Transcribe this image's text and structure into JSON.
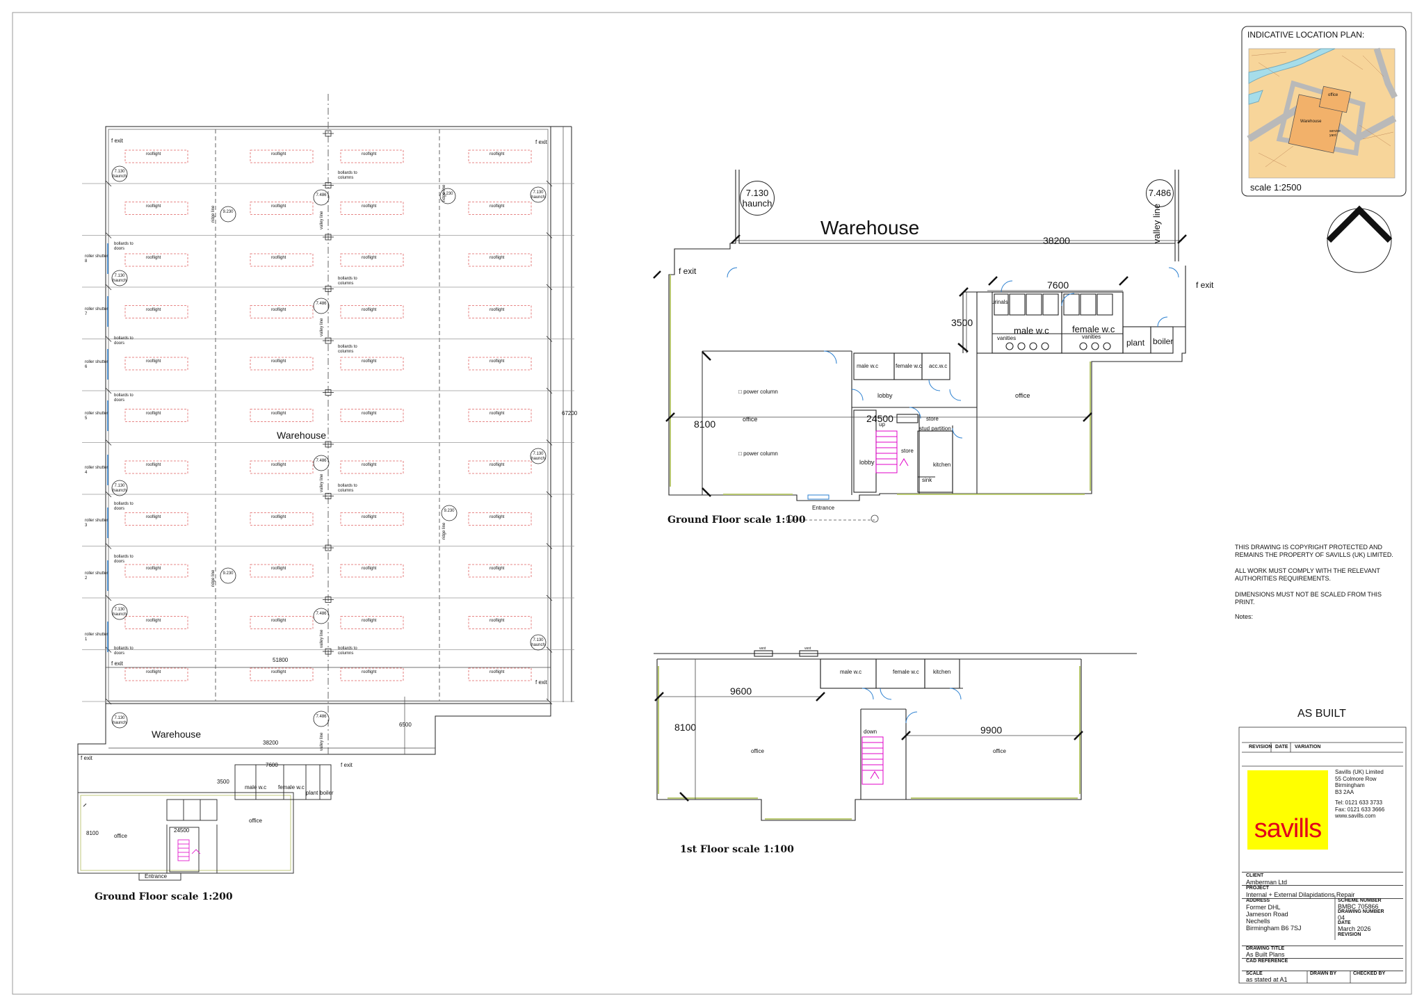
{
  "ground_floor_200": {
    "caption": "Ground Floor scale 1:200",
    "warehouse_label": "Warehouse",
    "lower_warehouse_label": "Warehouse",
    "dim_width": "51800",
    "dim_depth": "67200",
    "dim_lower": "38200",
    "dim_step": "6500",
    "dim_office_depth": "8100",
    "dim_wc_depth": "3500",
    "dim_wc_width": "7600",
    "dim_corridor": "24500",
    "rooflight": "rooflight",
    "ridge_line": "ridge line",
    "valley_line": "valley line",
    "fexit": "f exit",
    "bollards_doors": "bollards to doors",
    "bollards_columns": "bollards to columns",
    "haunch": "7.130 haunch",
    "level_7486": "7.486",
    "level_9230": "9.230",
    "shutters": [
      "roller shutter 8",
      "roller shutter 7",
      "roller shutter 6",
      "roller shutter 5",
      "roller shutter 4",
      "roller shutter 3",
      "roller shutter 2",
      "roller shutter 1"
    ],
    "male_wc": "male w.c",
    "female_wc": "female w.c",
    "plant": "plant",
    "boiler": "boiler",
    "office": "office",
    "entrance": "Entrance"
  },
  "ground_floor_100": {
    "caption": "Ground Floor scale 1:100",
    "title": "Warehouse",
    "haunch_level": "7.130",
    "haunch_word": "haunch",
    "level_right": "7.486",
    "valley_line": "valley line",
    "dim_width": "38200",
    "dim_wc_width": "7600",
    "dim_wc_depth": "3500",
    "dim_depth": "8100",
    "dim_corridor": "24500",
    "fexit_left": "f exit",
    "fexit_right": "f exit",
    "male_wc": "male w.c",
    "female_wc": "female w.c",
    "plant": "plant",
    "boiler": "boiler",
    "male_wc_small": "male w.c",
    "female_wc_small": "female w.c",
    "acc_wc": "acc.w.c",
    "lobby": "lobby",
    "lobby2": "lobby",
    "office_left": "office",
    "office_right": "office",
    "store": "store",
    "store2": "store",
    "kitchen": "kitchen",
    "up": "up",
    "power_column": "power column",
    "stud_partition": "stud partition",
    "sink": "sink",
    "urinals": "urinals",
    "vanities": "vanities",
    "entrance": "Entrance"
  },
  "first_floor_100": {
    "caption": "1st Floor scale 1:100",
    "dim_left_width": "9600",
    "dim_right_width": "9900",
    "dim_depth": "8100",
    "male_wc": "male w.c",
    "female_wc": "female w.c",
    "kitchen": "kitchen",
    "down": "down",
    "office_left": "office",
    "office_right": "office",
    "vent": "vent"
  },
  "location_plan": {
    "title": "INDICATIVE LOCATION PLAN:",
    "office": "office",
    "warehouse": "Warehouse",
    "service_yard": "service yard",
    "scale": "scale 1:2500"
  },
  "notes": {
    "copyright": "THIS DRAWING IS COPYRIGHT PROTECTED AND REMAINS THE PROPERTY OF SAVILLS (UK) LIMITED.",
    "comply": "ALL WORK MUST COMPLY WITH THE RELEVANT AUTHORITIES REQUIREMENTS.",
    "dimensions": "DIMENSIONS MUST NOT BE SCALED FROM THIS PRINT.",
    "notes_label": "Notes:"
  },
  "title_block": {
    "status": "AS BUILT",
    "col_revision": "REVISION",
    "col_date": "DATE",
    "col_variation": "VARIATION",
    "company_lines": [
      "Savills (UK) Limited",
      "55 Colmore Row",
      "Birmingham",
      "B3 2AA"
    ],
    "contact_lines": [
      "Tel: 0121 633 3733",
      "Fax: 0121 633 3666",
      "www.savills.com"
    ],
    "logo_text": "savills",
    "logo_color": "#ffff00",
    "logo_text_color": "#e2001a",
    "client_label": "CLIENT",
    "client": "Amberman Ltd",
    "project_label": "PROJECT",
    "project": "Internal + External Dilapidations Repair",
    "address_label": "ADDRESS",
    "address_lines": [
      "Former DHL",
      "Jameson Road",
      "Nechells",
      "Birmingham B6 7SJ"
    ],
    "scheme_label": "SCHEME NUMBER",
    "scheme": "BMBC 705866",
    "drawing_no_label": "DRAWING NUMBER",
    "drawing_no": "04",
    "date_label": "DATE",
    "date": "March 2026",
    "revision_label": "REVISION",
    "drawing_title_label": "DRAWING TITLE",
    "drawing_title": "As Built Plans",
    "cad_label": "CAD REFERENCE",
    "scale_label": "SCALE",
    "scale": "as stated at A1",
    "drawn_by_label": "DRAWN BY",
    "checked_by_label": "CHECKED BY"
  },
  "colors": {
    "line": "#222222",
    "stair": "#e000c8",
    "rooflight": "#e06060",
    "door": "#2a7fd0",
    "window": "#b8c870"
  }
}
